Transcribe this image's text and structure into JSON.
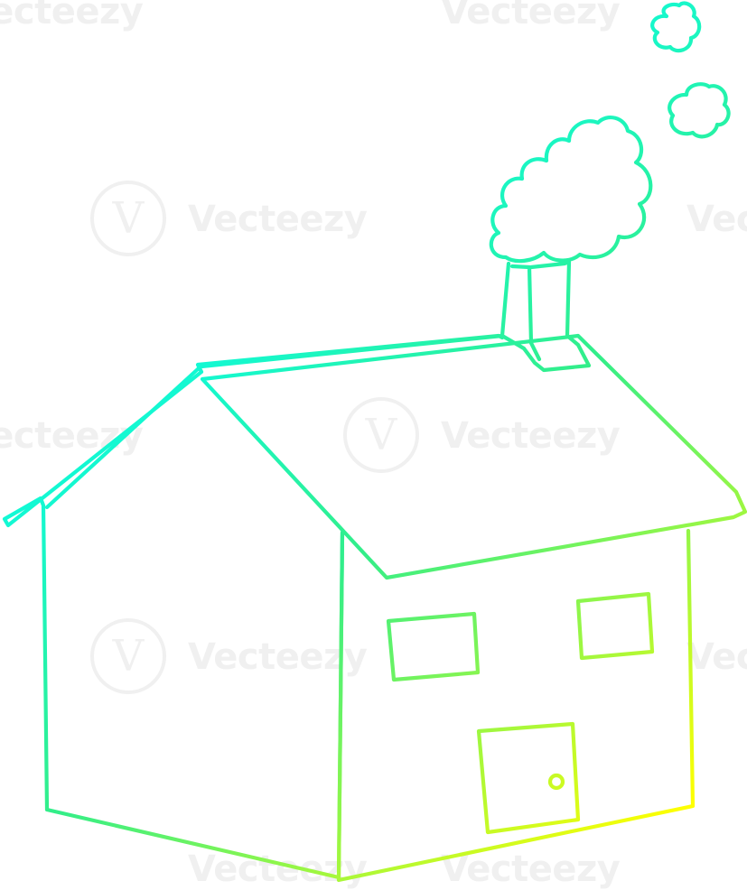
{
  "watermark": {
    "text": "Vecteezy"
  },
  "colors": {
    "stroke_start": "#00ffff",
    "stroke_mid": "#33ee88",
    "stroke_end": "#ffff00",
    "background": "#ffffff"
  },
  "illustration": {
    "subject": "cartoon house with smoking chimney",
    "style": "line-art"
  }
}
